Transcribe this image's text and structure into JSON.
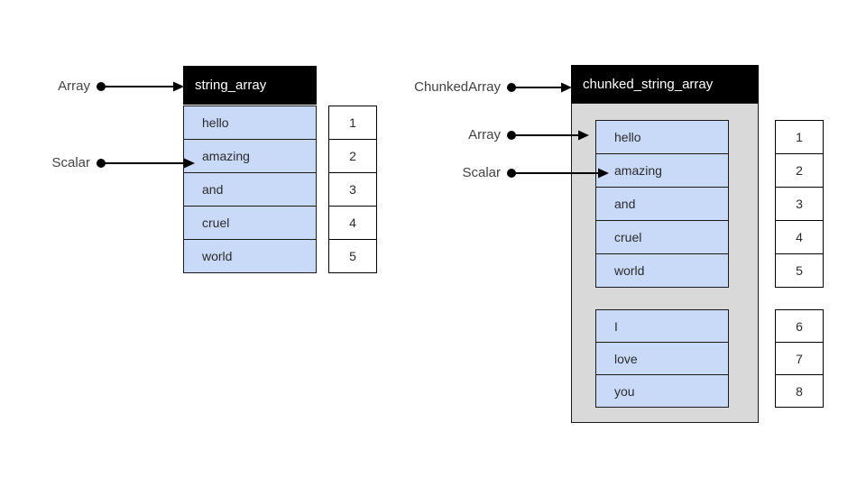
{
  "left_diagram": {
    "title": "string_array",
    "values": [
      "hello",
      "amazing",
      "and",
      "cruel",
      "world"
    ],
    "indices": [
      "1",
      "2",
      "3",
      "4",
      "5"
    ],
    "pointers": {
      "array": {
        "label": "Array"
      },
      "scalar": {
        "label": "Scalar"
      }
    }
  },
  "right_diagram": {
    "title": "chunked_string_array",
    "chunks": [
      {
        "values": [
          "hello",
          "amazing",
          "and",
          "cruel",
          "world"
        ],
        "indices": [
          "1",
          "2",
          "3",
          "4",
          "5"
        ]
      },
      {
        "values": [
          "I",
          "love",
          "you"
        ],
        "indices": [
          "6",
          "7",
          "8"
        ]
      }
    ],
    "pointers": {
      "chunked_array": {
        "label": "ChunkedArray"
      },
      "array": {
        "label": "Array"
      },
      "scalar": {
        "label": "Scalar"
      }
    }
  },
  "colors": {
    "cell_fill": "#c9daf8",
    "container_fill": "#d9d9d9",
    "header_bg": "#000000",
    "header_text": "#ffffff",
    "border": "#1a1a1a",
    "label_text": "#434343"
  }
}
